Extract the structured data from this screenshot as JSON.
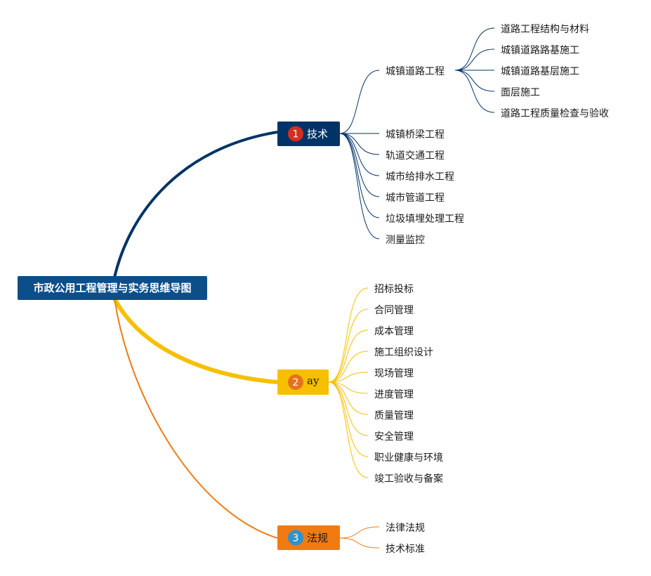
{
  "root": {
    "label": "市政公用工程管理与实务思维导图",
    "color": "#0b4e8a"
  },
  "branches": [
    {
      "badge": "1",
      "label": "技术",
      "color": "#003366",
      "badge_color": "#d32f1f",
      "label_color": "#ffffff",
      "children": [
        {
          "label": "城镇道路工程",
          "children": [
            "道路工程结构与材料",
            "城镇道路路基施工",
            "城镇道路基层施工",
            "面层施工",
            "道路工程质量检查与验收"
          ]
        },
        {
          "label": "城镇桥梁工程"
        },
        {
          "label": "轨道交通工程"
        },
        {
          "label": "城市给排水工程"
        },
        {
          "label": "城市管道工程"
        },
        {
          "label": "垃圾填埋处理工程"
        },
        {
          "label": "测量监控"
        }
      ]
    },
    {
      "badge": "2",
      "label": "ay",
      "color": "#f6c000",
      "badge_color": "#e8711d",
      "label_color": "#1a1a1a",
      "children": [
        {
          "label": "招标投标"
        },
        {
          "label": "合同管理"
        },
        {
          "label": "成本管理"
        },
        {
          "label": "施工组织设计"
        },
        {
          "label": "现场管理"
        },
        {
          "label": "进度管理"
        },
        {
          "label": "质量管理"
        },
        {
          "label": "安全管理"
        },
        {
          "label": "职业健康与环境"
        },
        {
          "label": "竣工验收与备案"
        }
      ]
    },
    {
      "badge": "3",
      "label": "法规",
      "color": "#f07b12",
      "badge_color": "#3390c9",
      "label_color": "#1a1a1a",
      "children": [
        {
          "label": "法律法规"
        },
        {
          "label": "技术标准"
        }
      ]
    }
  ]
}
